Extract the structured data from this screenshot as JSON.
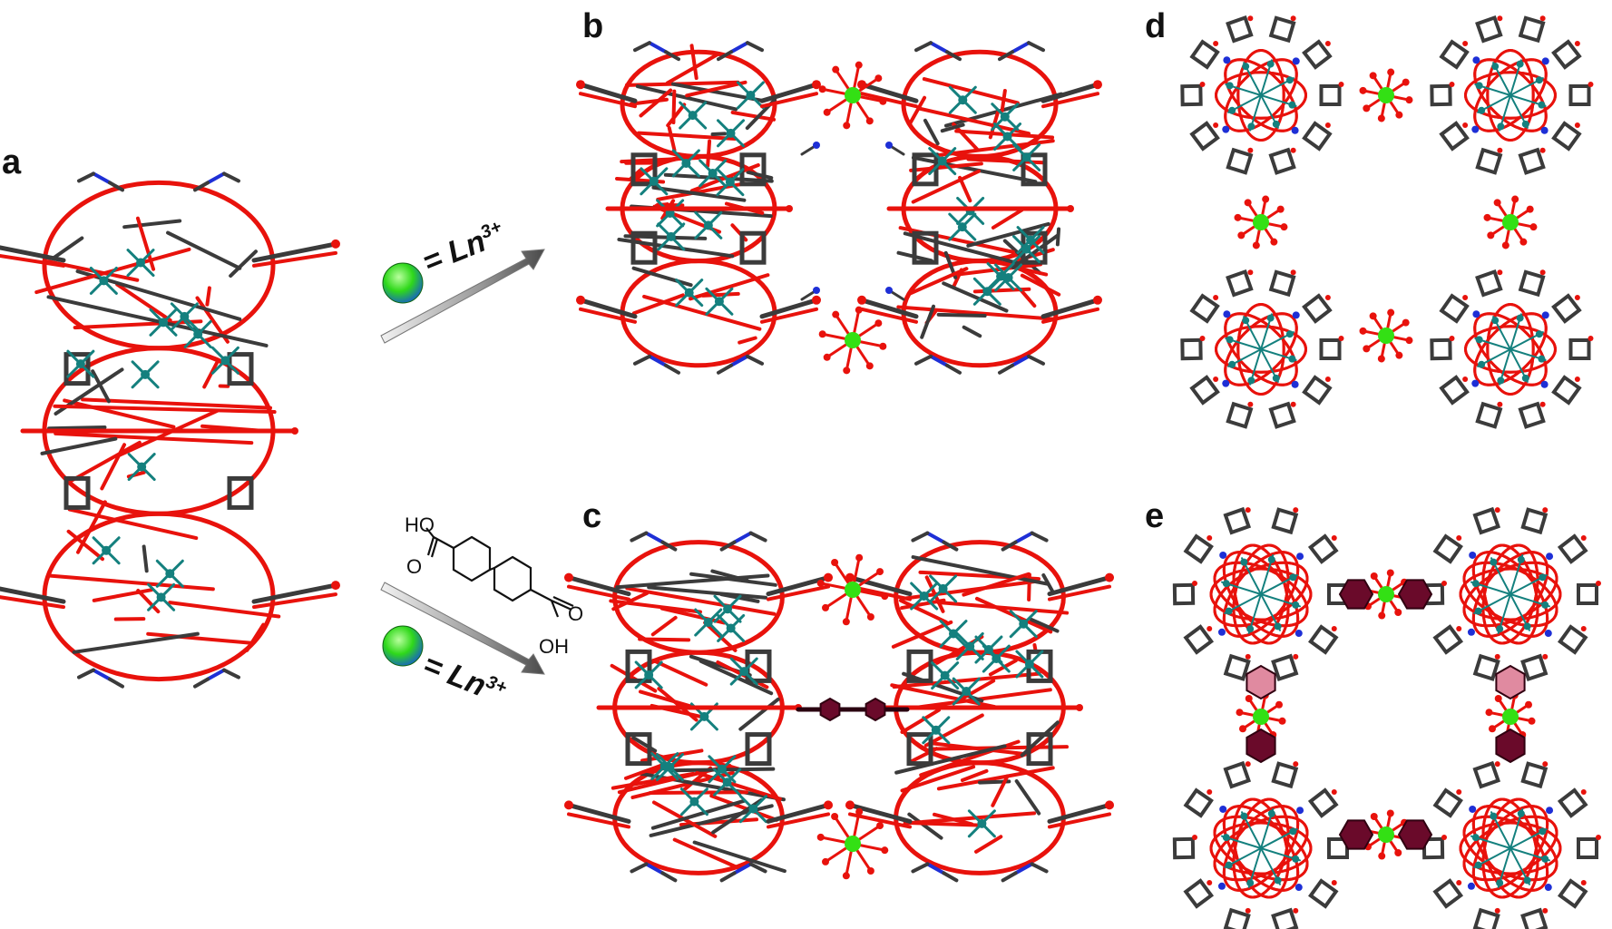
{
  "panels": {
    "a": "a",
    "b": "b",
    "c": "c",
    "d": "d",
    "e": "e"
  },
  "legend": {
    "top_ion_label": "= Ln",
    "top_ion_charge": "3+",
    "bottom_ion_label": "= Ln",
    "bottom_ion_charge": "3+"
  },
  "linker": {
    "top_group": "HO",
    "top_o": "O",
    "bottom_o": "O",
    "bottom_group": "OH"
  },
  "colors": {
    "oxygen": "#e8120c",
    "carbon": "#3b3b3b",
    "nitrogen": "#1e2fd6",
    "metal_teal": "#14807e",
    "lanthanide": "#33e014",
    "linker_ring": "#6a0a2a"
  }
}
